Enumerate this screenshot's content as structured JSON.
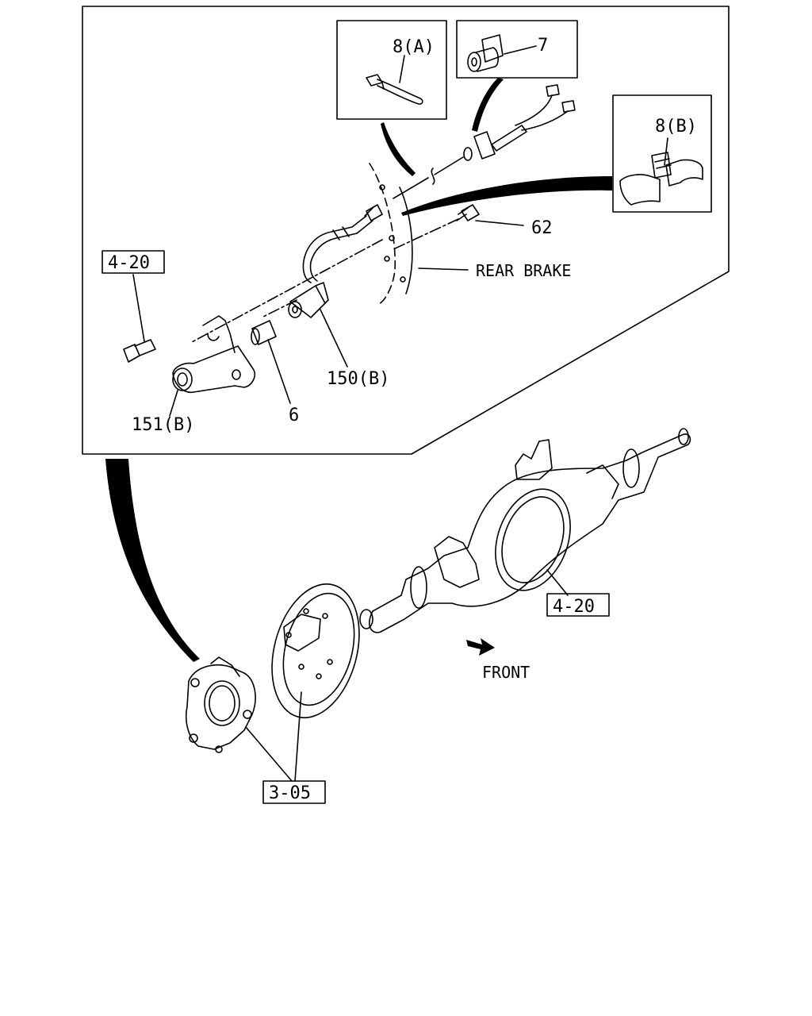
{
  "labels": {
    "part_8a": "8(A)",
    "part_7": "7",
    "part_8b": "8(B)",
    "part_62": "62",
    "rear_brake": "REAR BRAKE",
    "ref_4_20_top": "4-20",
    "part_150b": "150(B)",
    "part_6": "6",
    "part_151b": "151(B)",
    "ref_4_20_axle": "4-20",
    "front": "FRONT",
    "ref_3_05": "3-05"
  }
}
